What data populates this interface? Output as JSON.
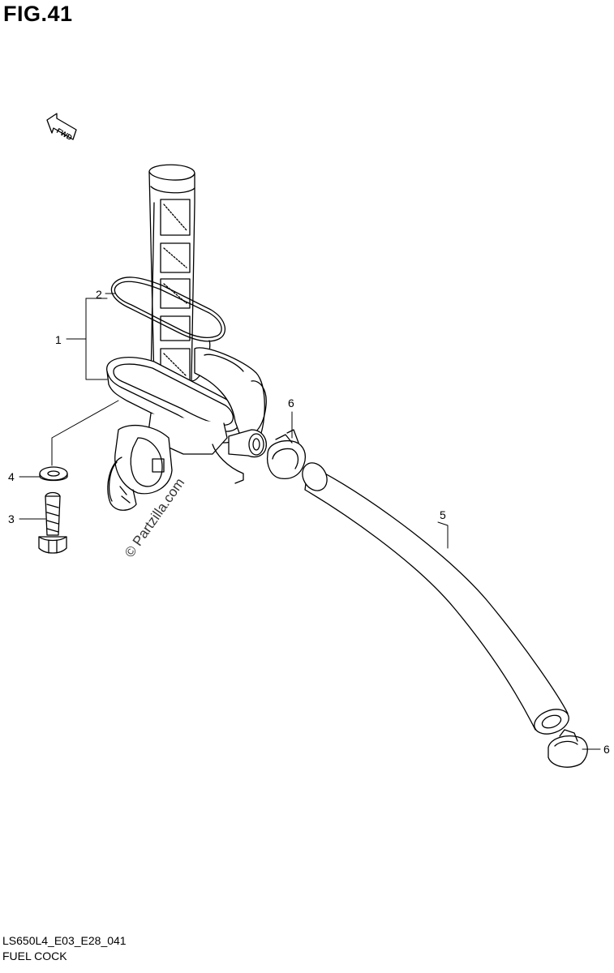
{
  "figure": {
    "title": "FIG.41",
    "model_code": "LS650L4_E03_E28_041",
    "section_name": "FUEL COCK",
    "watermark": "© Partzilla.com",
    "tiny_note": "",
    "fwd_label": "FWD"
  },
  "callouts": [
    {
      "id": "1",
      "label": "1"
    },
    {
      "id": "2",
      "label": "2"
    },
    {
      "id": "3",
      "label": "3"
    },
    {
      "id": "4",
      "label": "4"
    },
    {
      "id": "5",
      "label": "5"
    },
    {
      "id": "6a",
      "label": "6"
    },
    {
      "id": "6b",
      "label": "6"
    }
  ],
  "colors": {
    "line": "#000000",
    "background": "#ffffff"
  }
}
